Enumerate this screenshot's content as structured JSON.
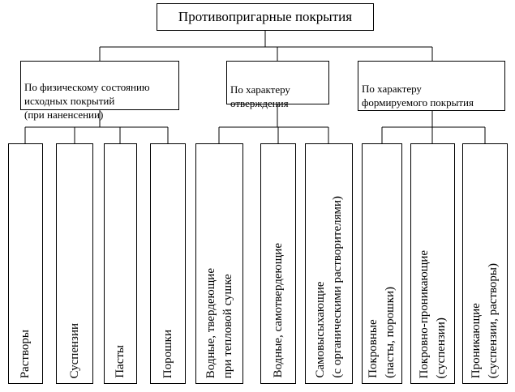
{
  "root": {
    "label": "Противопригарные покрытия"
  },
  "categories": [
    {
      "label": "По физическому состоянию\nисходных покрытий\n(при наненсении)",
      "leaves": [
        "Растворы",
        "Суспензии",
        "Пасты",
        "Порошки"
      ]
    },
    {
      "label": "По характеру\nотверждения",
      "leaves": [
        "Водные, твердеющие\nпри тепловой сушке",
        "Водные, самотвердеющие",
        "Самовысыхающие\n(с органическими растворителями)"
      ]
    },
    {
      "label": "По характеру\nформируемого покрытия",
      "leaves": [
        "Покровные\n(пасты, порошки)",
        "Покровно-проникающие\n(суспензии)",
        "Проникающие\n(суспензии, растворы)"
      ]
    }
  ]
}
